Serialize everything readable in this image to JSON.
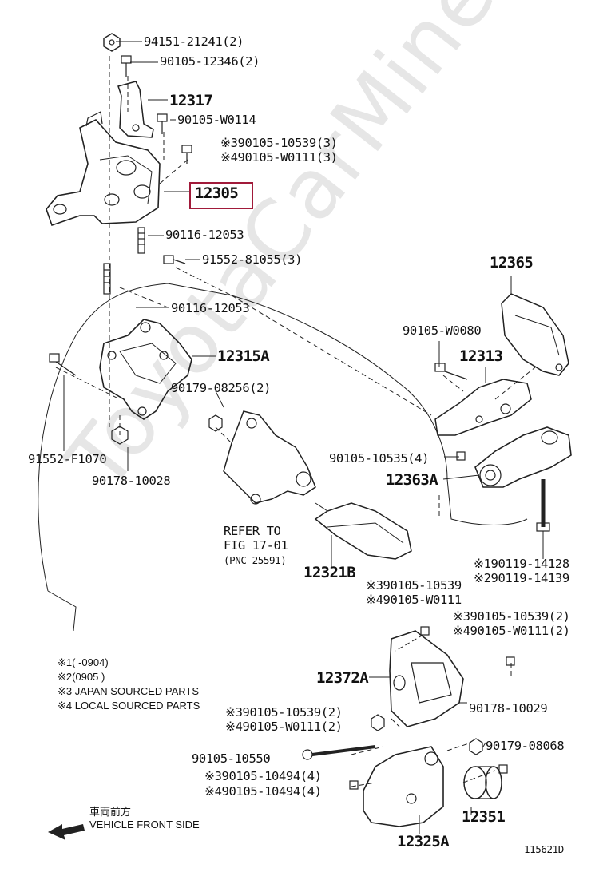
{
  "watermark": "ToyotaCarMine.ru",
  "labels": {
    "p94151": "94151-21241(2)",
    "p90105_12346": "90105-12346(2)",
    "p12317": "12317",
    "p90105_w0114": "90105-W0114",
    "p3_10539": "※390105-10539(3)",
    "p4_w0111": "※490105-W0111(3)",
    "p12305": "12305",
    "p90116_a": "90116-12053",
    "p91552_81055": "91552-81055(3)",
    "p90116_b": "90116-12053",
    "p12315a": "12315A",
    "p90179_08256": "90179-08256(2)",
    "p91552_f1070": "91552-F1070",
    "p90178_10028": "90178-10028",
    "p12365": "12365",
    "p90105_w0080": "90105-W0080",
    "p12313": "12313",
    "p90105_10535": "90105-10535(4)",
    "p12363a": "12363A",
    "refer1": "REFER TO",
    "refer2": "FIG 17-01",
    "refer3": "(PNC 25591)",
    "p12321b": "12321B",
    "p1_14128": "※190119-14128",
    "p2_14139": "※290119-14139",
    "p3_10539_b": "※390105-10539",
    "p4_w0111_b": "※490105-W0111",
    "p3_10539_c": "※390105-10539(2)",
    "p4_w0111_c": "※490105-W0111(2)",
    "p12372a": "12372A",
    "p90178_10029": "90178-10029",
    "p3_10539_d": "※390105-10539(2)",
    "p4_w0111_d": "※490105-W0111(2)",
    "p90105_10550": "90105-10550",
    "p90179_08068": "90179-08068",
    "p3_10494": "※390105-10494(4)",
    "p4_10494": "※490105-10494(4)",
    "p12351": "12351",
    "p12325a": "12325A",
    "fig_id": "115621D"
  },
  "notes": {
    "n1": "※1(      -0904)",
    "n2": "※2(0905        )",
    "n3": "※3 JAPAN SOURCED PARTS",
    "n4": "※4 LOCAL SOURCED PARTS"
  },
  "direction": {
    "jp": "車両前方",
    "en": "VEHICLE FRONT SIDE"
  },
  "highlight_color": "#a11a3a"
}
